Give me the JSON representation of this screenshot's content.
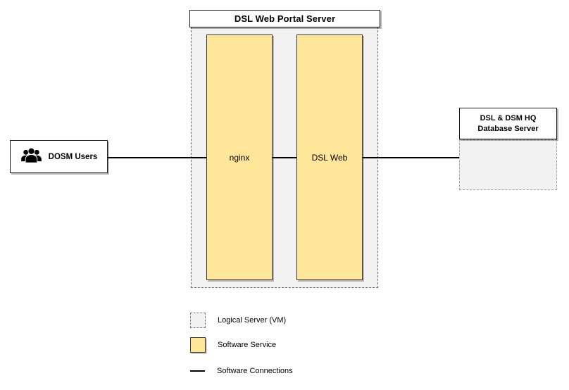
{
  "diagram": {
    "nodes": {
      "dosm_users": {
        "label": "DOSM Users",
        "icon": "users-group"
      },
      "portal_server": {
        "title": "DSL Web Portal Server",
        "services": [
          {
            "label": "nginx"
          },
          {
            "label": "DSL Web"
          }
        ]
      },
      "db_server": {
        "title": "DSL & DSM HQ Database Server"
      }
    },
    "connections": [
      {
        "from": "DOSM Users",
        "to": "nginx"
      },
      {
        "from": "nginx",
        "to": "DSL Web"
      },
      {
        "from": "DSL Web",
        "to": "DSL & DSM HQ Database Server"
      }
    ],
    "legend": {
      "items": [
        {
          "swatch": "logical-server-vm",
          "label": "Logical Server (VM)"
        },
        {
          "swatch": "software-service",
          "label": "Software Service"
        },
        {
          "swatch": "connection-line",
          "label": "Software Connections"
        }
      ]
    },
    "colors": {
      "software_service_fill": "#FFE699",
      "logical_server_fill": "#F2F2F2",
      "solid_border": "#1A1A1A",
      "dashed_border": "#7F7F7F",
      "connection_line": "#000000"
    }
  }
}
